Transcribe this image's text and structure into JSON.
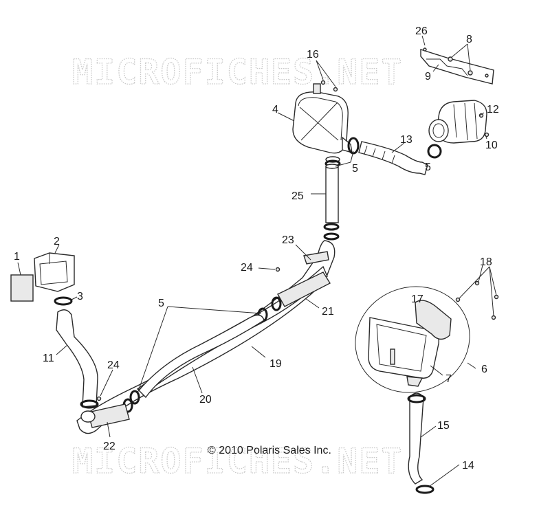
{
  "watermark": {
    "text": "MICROFICHES.NET"
  },
  "copyright": "© 2010 Polaris Sales Inc.",
  "callouts": {
    "c1": "1",
    "c2": "2",
    "c3": "3",
    "c4": "4",
    "c5a": "5",
    "c5b": "5",
    "c5c": "5",
    "c6": "6",
    "c7": "7",
    "c8": "8",
    "c9": "9",
    "c10": "10",
    "c11": "11",
    "c12": "12",
    "c13": "13",
    "c14": "14",
    "c15": "15",
    "c16": "16",
    "c17": "17",
    "c18": "18",
    "c19": "19",
    "c20": "20",
    "c21": "21",
    "c22": "22",
    "c23": "23",
    "c24a": "24",
    "c24b": "24",
    "c25": "25",
    "c26": "26"
  }
}
